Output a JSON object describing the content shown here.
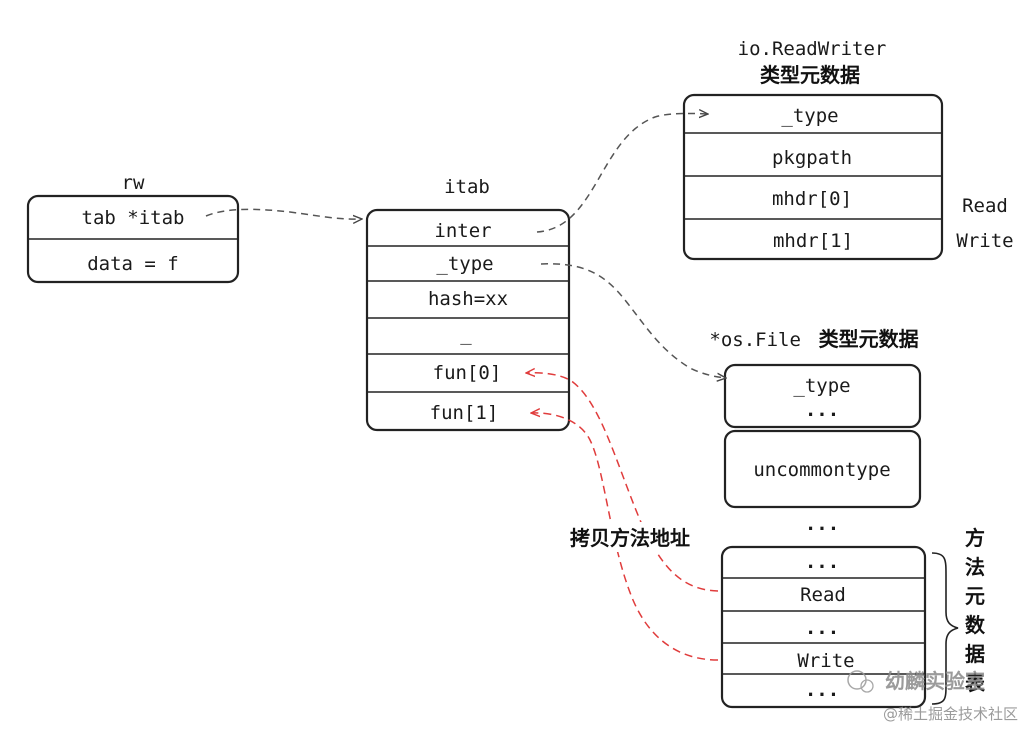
{
  "rw": {
    "title": "rw",
    "rows": [
      "tab *itab",
      "data = f"
    ]
  },
  "itab": {
    "title": "itab",
    "rows": [
      "inter",
      "_type",
      "hash=xx",
      "_",
      "fun[0]",
      "fun[1]"
    ]
  },
  "rwmeta": {
    "title": "io.ReadWriter",
    "subtitle": "类型元数据",
    "rows": [
      "_type",
      "pkgpath",
      "mhdr[0]",
      "mhdr[1]"
    ],
    "side_labels": [
      "Read",
      "Write"
    ]
  },
  "osfile": {
    "title_code": "*os.File",
    "title_cjk": "类型元数据",
    "type_box": [
      "_type",
      "..."
    ],
    "uncommon": "uncommontype",
    "gap": "...",
    "methods": [
      "...",
      "Read",
      "...",
      "Write",
      "..."
    ],
    "brace_label": [
      "方",
      "法",
      "元",
      "数",
      "据",
      "表"
    ]
  },
  "copy_label": "拷贝方法地址",
  "watermark": {
    "channel": "幼麟实验室",
    "site": "@稀土掘金技术社区"
  },
  "colors": {
    "box_stroke": "#222222",
    "arrow_gray": "#555555",
    "arrow_red": "#e03c3c"
  }
}
